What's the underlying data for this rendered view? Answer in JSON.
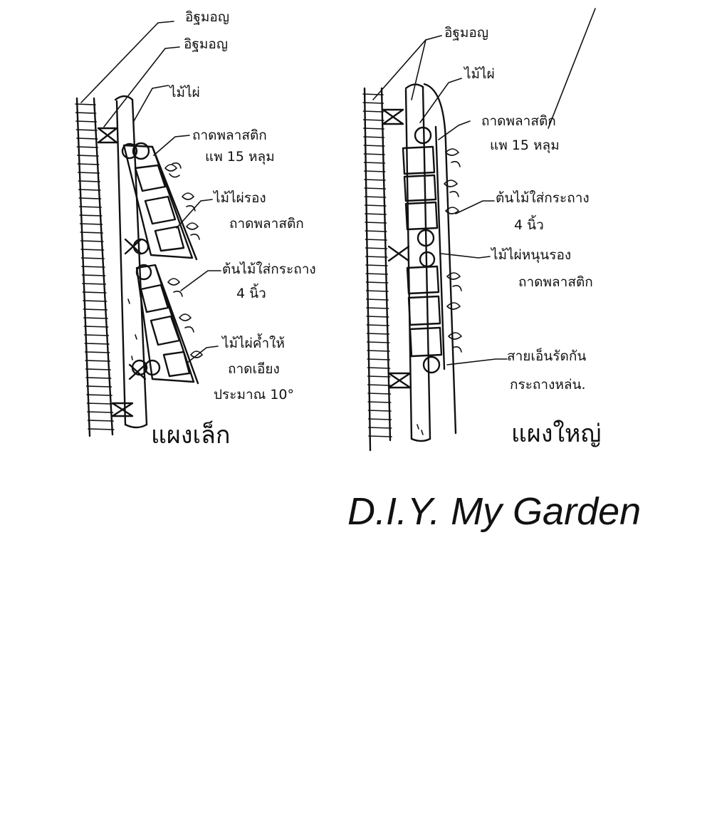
{
  "left_panel": {
    "labels": {
      "support_a": "อิฐมอญ",
      "support_b": "อิฐมอญ",
      "bamboo": "ไม้ไผ่",
      "plastic_tray": "ถาดพลาสติก",
      "tray_rows": "แพ 15 หลุม",
      "bamboo_support": "ไม้ไผ่รอง",
      "bamboo_support_2": "ถาดพลาสติก",
      "seedlings": "ต้นไม้ใส่กระถาง",
      "pot_size": "4 นิ้ว",
      "tilt": "ไม้ไผ่ค้ำให้",
      "tilt_2": "ถาดเอียง",
      "tilt_3": "ประมาณ 10°"
    },
    "caption": "แผงเล็ก"
  },
  "right_panel": {
    "labels": {
      "support": "อิฐมอญ",
      "bamboo": "ไม้ไผ่",
      "plastic_tray": "ถาดพลาสติก",
      "tray_rows": "แพ 15 หลุม",
      "seedlings": "ต้นไม้ใส่กระถาง",
      "pot_size": "4 นิ้ว",
      "bamboo_support": "ไม้ไผ่หนุนรอง",
      "bamboo_support_2": "ถาดพลาสติก",
      "wire": "สายเอ็นรัดกัน",
      "wire_2": "กระถางหล่น."
    },
    "caption": "แผงใหญ่"
  },
  "brand": "D.I.Y. My Garden"
}
